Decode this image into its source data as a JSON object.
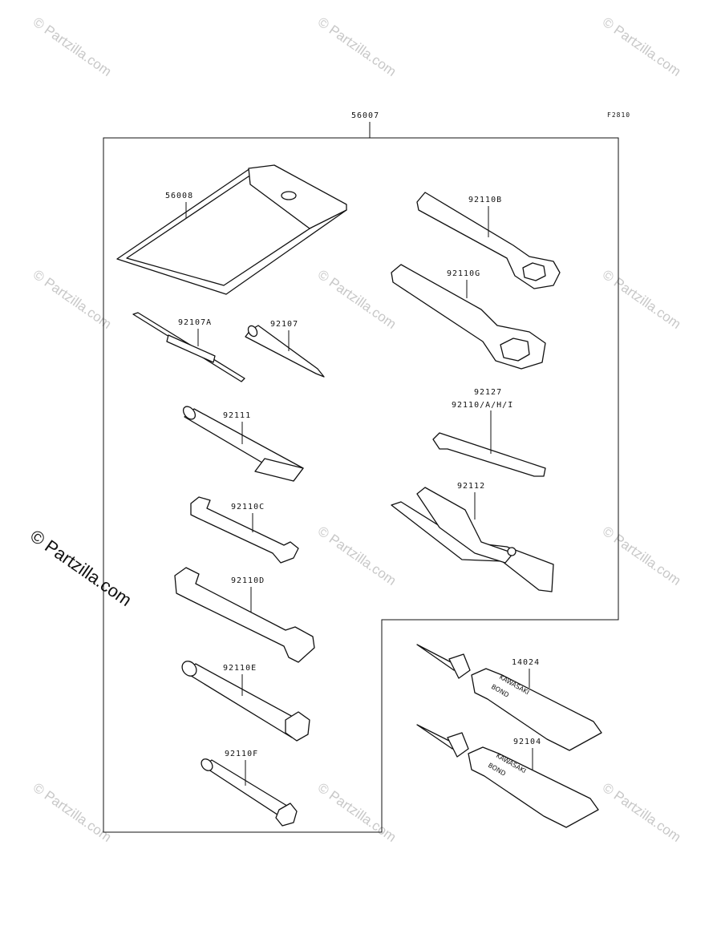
{
  "figure_code": "F2810",
  "assembly": {
    "part_no": "56007"
  },
  "parts": {
    "p56008": "56008",
    "p92107A": "92107A",
    "p92107": "92107",
    "p92111": "92111",
    "p92110C": "92110C",
    "p92110D": "92110D",
    "p92110E": "92110E",
    "p92110F": "92110F",
    "p92110B": "92110B",
    "p92110G": "92110G",
    "p92127": "92127",
    "p92110AHI": "92110/A/H/I",
    "p92112": "92112",
    "p14024": "14024",
    "p92104": "92104"
  },
  "tube_text": {
    "line1": "KAWASAKI",
    "line2": "BOND"
  },
  "watermark": {
    "text": "© Partzilla.com",
    "small": "© Partzilla.com"
  }
}
